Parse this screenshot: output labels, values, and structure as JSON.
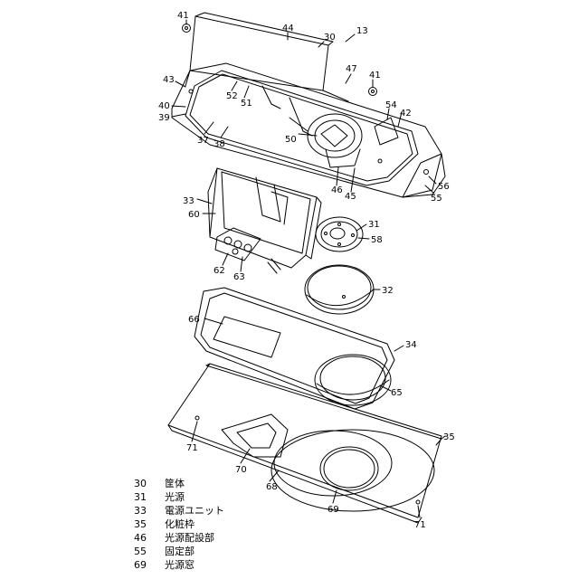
{
  "figure": {
    "labels": [
      "41",
      "44",
      "30",
      "13",
      "47",
      "41",
      "43",
      "52",
      "51",
      "40",
      "39",
      "37",
      "38",
      "54",
      "42",
      "50",
      "46",
      "45",
      "56",
      "55",
      "33",
      "60",
      "31",
      "58",
      "62",
      "63",
      "32",
      "66",
      "34",
      "65",
      "35",
      "71",
      "70",
      "68",
      "69",
      "71"
    ]
  },
  "legend": [
    {
      "num": "30",
      "term": "筐体"
    },
    {
      "num": "31",
      "term": "光源"
    },
    {
      "num": "33",
      "term": "電源ユニット"
    },
    {
      "num": "35",
      "term": "化粧枠"
    },
    {
      "num": "46",
      "term": "光源配設部"
    },
    {
      "num": "55",
      "term": "固定部"
    },
    {
      "num": "69",
      "term": "光源窓"
    }
  ]
}
